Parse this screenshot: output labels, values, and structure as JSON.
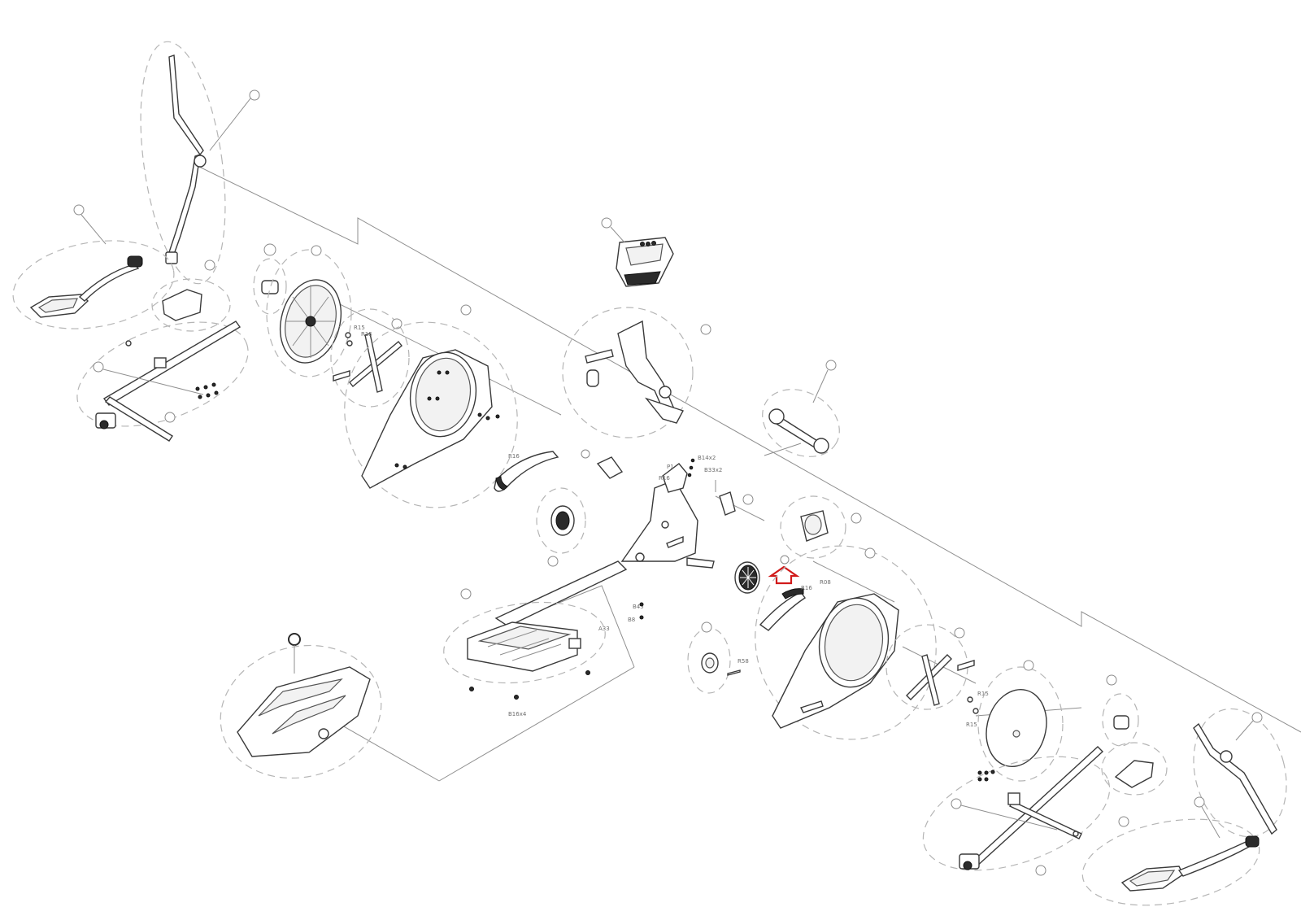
{
  "labels": {
    "a33": "A33",
    "r15_a": "R15",
    "r15_b": "R15",
    "r15_c": "R15",
    "r15_d": "R15",
    "r16": "R16",
    "r16_b": "R16",
    "r16_c": "R16",
    "b14": "B14x2",
    "b33": "B33x2",
    "b16": "B16x4",
    "b45": "B45",
    "b8": "B8",
    "r08": "R08",
    "r58": "R58",
    "p1": "P1"
  },
  "colors": {
    "callout_arrow": "#d11a1a",
    "line_art": "#3a3a3a",
    "leader": "#8f8f8f"
  },
  "icons": {
    "callout": "up-arrow-icon"
  }
}
